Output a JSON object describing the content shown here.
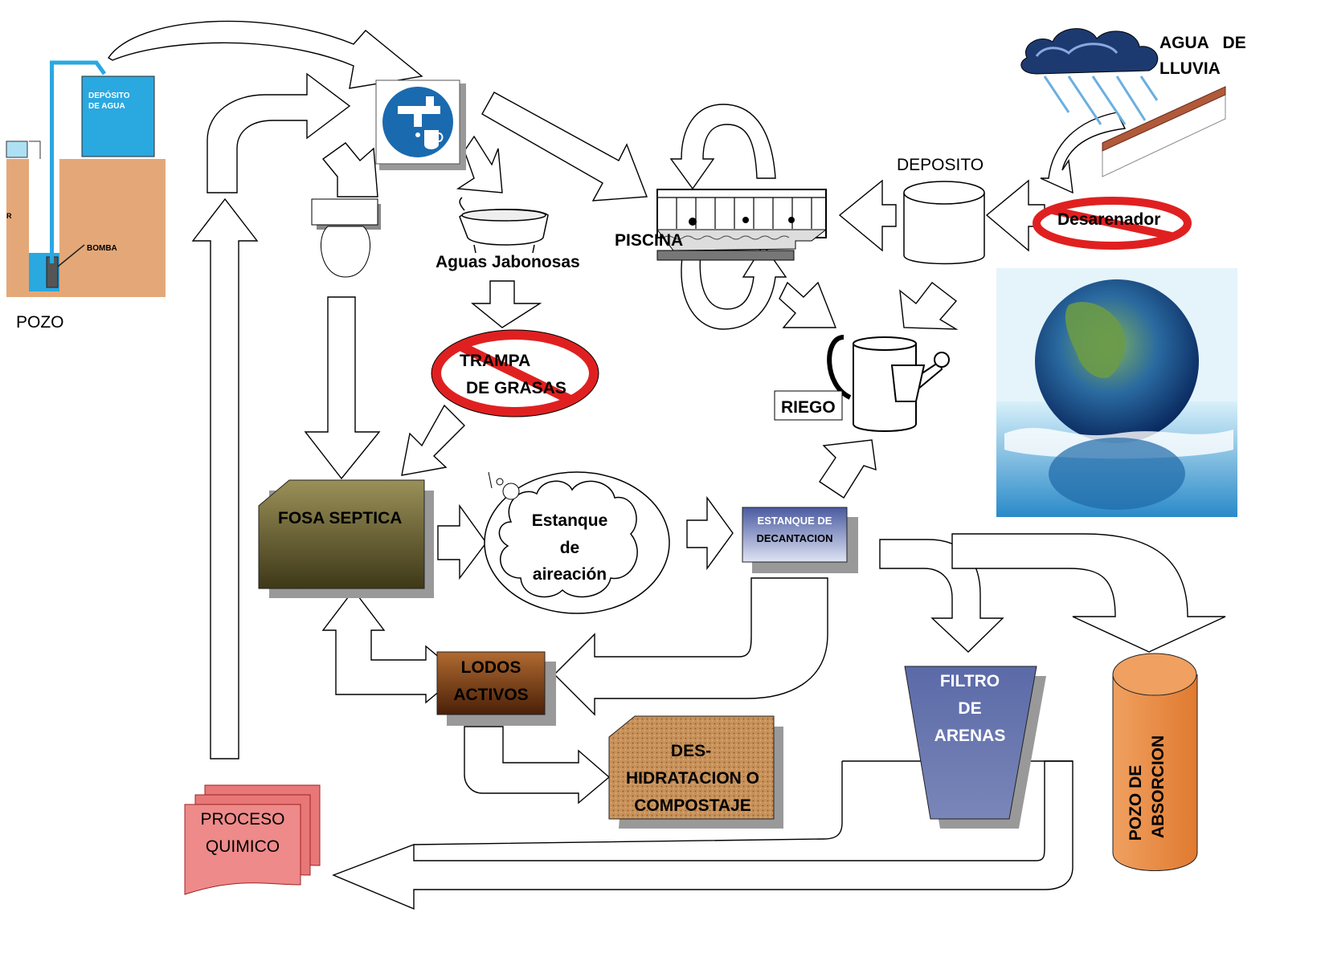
{
  "labels": {
    "pozo": "POZO",
    "deposito_agua": [
      "DEPÓSITO",
      "DE AGUA"
    ],
    "bomba": "BOMBA",
    "pozo_edge": "R",
    "agua_lluvia": [
      "AGUA   DE",
      "LLUVIA"
    ],
    "deposito": "DEPOSITO",
    "desarenador": "Desarenador",
    "piscina": "PISCINA",
    "aguas_jabonosas": "Aguas Jabonosas",
    "trampa_grasas": [
      "TRAMPA",
      "DE GRASAS"
    ],
    "riego": "RIEGO",
    "fosa_septica": "FOSA SEPTICA",
    "estanque_aireacion": [
      "Estanque",
      "de",
      "aireación"
    ],
    "estanque_decantacion": [
      "ESTANQUE DE",
      "DECANTACION"
    ],
    "lodos_activos": [
      "LODOS",
      "ACTIVOS"
    ],
    "deshidratacion": [
      "DES-",
      "HIDRATACION O",
      "COMPOSTAJE"
    ],
    "filtro_arenas": [
      "FILTRO",
      "DE",
      "ARENAS"
    ],
    "pozo_absorcion": [
      "POZO DE",
      "ABSORCION"
    ],
    "proceso_quimico": [
      "PROCESO",
      "QUIMICO"
    ]
  },
  "icons": {
    "faucet": "drinking-water-tap-icon",
    "bathtub": "bathtub-icon",
    "toilet": "toilet-icon",
    "pool": "swimming-pool-icon",
    "cloud": "rain-cloud-icon",
    "roof": "roof-tiles-icon",
    "watering_can": "watering-can-icon",
    "earth": "earth-water-splash-image",
    "prohibited": "prohibited-sign-icon"
  },
  "colors": {
    "fosa": "#7a7040",
    "lodos": "#8a4a18",
    "compost": "#c8915a",
    "filtro": "#7280b0",
    "absorcion": "#e8904a",
    "proceso": "#e87878",
    "decantacion": "#5a6aa8",
    "prohibited": "#e02020",
    "faucet_bg": "#1a6ab0",
    "water": "#2aa8e0",
    "ground": "#e4a878"
  }
}
